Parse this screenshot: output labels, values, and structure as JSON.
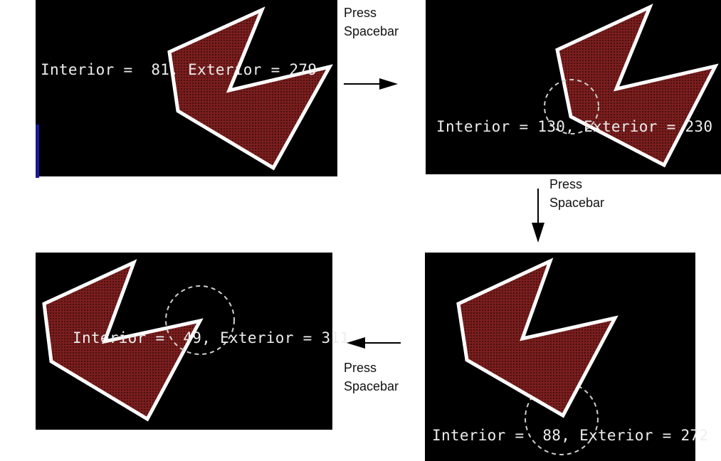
{
  "colors": {
    "background": "#000000",
    "polygon_fill": "#7a1e1e",
    "polygon_stroke": "#ffffff",
    "probe_circle": "#cfcfcf",
    "readout_text": "#eeeeee",
    "caption_text": "#111111",
    "arrow": "#000000"
  },
  "frames": [
    {
      "readout": "Interior =  81, Exterior = 279"
    },
    {
      "readout": "Interior = 130, Exterior = 230"
    },
    {
      "readout": "Interior =  88, Exterior = 272"
    },
    {
      "readout": "Interior =  49, Exterior = 311"
    }
  ],
  "steps": [
    {
      "line1": "Press",
      "line2": "Spacebar"
    },
    {
      "line1": "Press",
      "line2": "Spacebar"
    },
    {
      "line1": "Press",
      "line2": "Spacebar"
    }
  ]
}
